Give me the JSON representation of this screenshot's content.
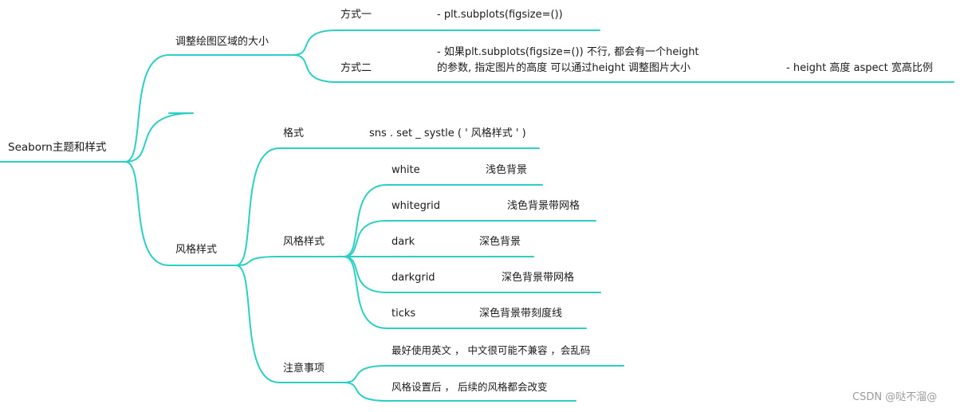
{
  "colors": {
    "branch": "#2ccfc4",
    "text": "#1a1a1a",
    "watermark": "#9a9a9a"
  },
  "root": "Seaborn主题和样式",
  "sizing": {
    "title": "调整绘图区域的大小",
    "way1": {
      "label": "方式一",
      "note": "- plt.subplots(figsize=())"
    },
    "way2": {
      "label": "方式二",
      "note_line1": "- 如果plt.subplots(figsize=()) 不行, 都会有一个height",
      "note_line2": "的参数, 指定图片的高度 可以通过height 调整图片大小",
      "extra": "- height 高度 aspect 宽高比例"
    }
  },
  "style": {
    "title": "风格样式",
    "format": {
      "label": "格式",
      "code": "sns . set _ systle ( ' 风格样式 ' )"
    },
    "styles": {
      "title": "风格样式",
      "items": [
        {
          "name": "white",
          "desc": "浅色背景"
        },
        {
          "name": "whitegrid",
          "desc": "浅色背景带网格"
        },
        {
          "name": "dark",
          "desc": "深色背景"
        },
        {
          "name": "darkgrid",
          "desc": "深色背景带网格"
        },
        {
          "name": "ticks",
          "desc": "深色背景带刻度线"
        }
      ]
    },
    "notes": {
      "title": "注意事项",
      "items": [
        "最好使用英文 ， 中文很可能不兼容 ，会乱码",
        "风格设置后 ， 后续的风格都会改变"
      ]
    }
  },
  "watermark": "CSDN @哒不溜@"
}
